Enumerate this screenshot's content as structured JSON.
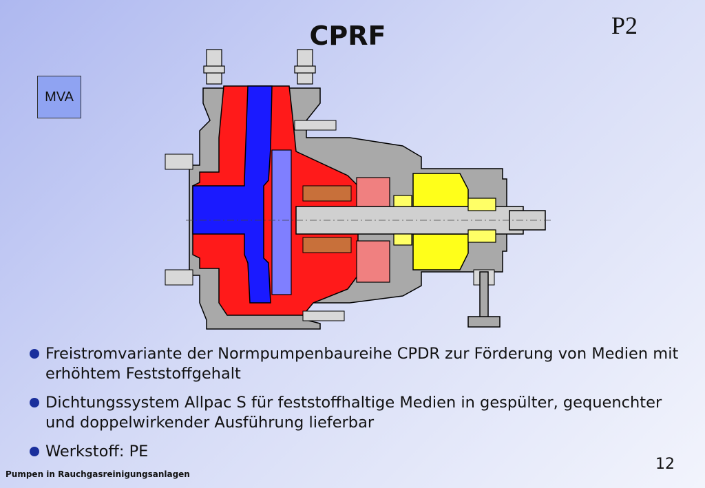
{
  "slide": {
    "title": "CPRF",
    "tag": "P2",
    "badge": "MVA",
    "bullets": [
      "Freistromvariante der Normpumpenbaureihe CPDR zur Förderung von Medien mit erhöhtem Feststoffgehalt",
      "Dichtungssystem Allpac S für feststoffhaltige Medien in gespülter, gequenchter und doppelwirkender Ausführung lieferbar",
      "Werkstoff: PE"
    ],
    "footer": "Pumpen in Rauchgasreinigungsanlagen",
    "page_number": "12"
  },
  "colors": {
    "casing": "#ff1a1a",
    "impeller": "#1a1aff",
    "bearing_housing": "#ffff1a",
    "seal_part": "#f07070",
    "metal": "#a9a9a9",
    "bullet": "#1a2f9c"
  },
  "drawing": {
    "name": "pump-cross-section",
    "parts": [
      "casing",
      "impeller",
      "shaft",
      "seal",
      "bearing-bracket",
      "bearing-housing",
      "foot",
      "bolts"
    ]
  }
}
